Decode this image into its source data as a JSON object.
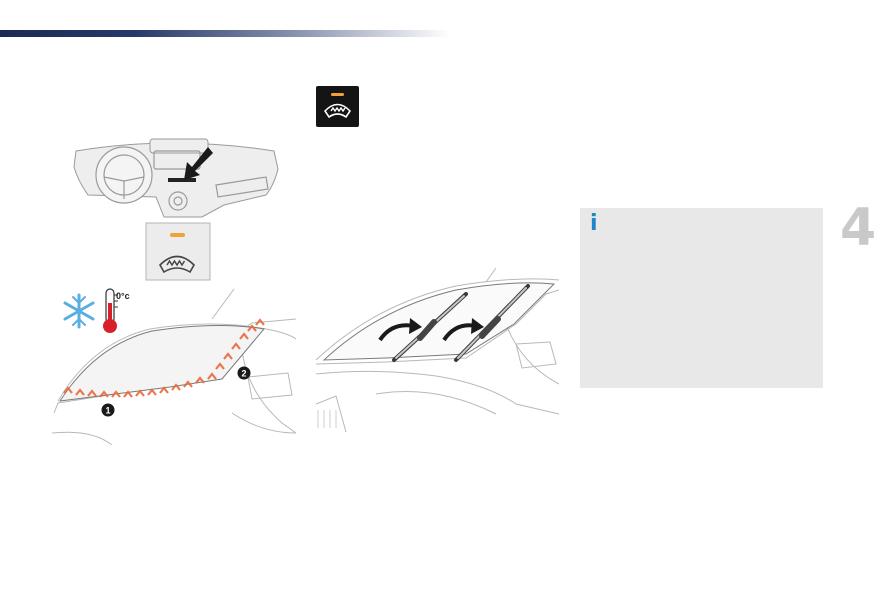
{
  "header": {
    "accent_color": "#1b2a55"
  },
  "rear_screen_demist_button": {
    "icon": "rear-screen-demist-icon",
    "indicator_color": "#f2a13a",
    "background": "#141414"
  },
  "dashboard_diagram": {
    "icon": "dashboard-illustration"
  },
  "demist_button_closeup": {
    "icon": "rear-screen-demist-icon",
    "indicator_color": "#f2a13a"
  },
  "windscreen_diagram": {
    "cold_symbol_icon": "snowflake-icon",
    "thermometer_label": "0°c",
    "zone_markers": [
      {
        "label": "1"
      },
      {
        "label": "2"
      }
    ],
    "heating_color": "#e8693a"
  },
  "wiper_diagram": {
    "icon": "wiper-arms-raised-illustration"
  },
  "info_box": {
    "icon_glyph": "i",
    "icon_color": "#1c86c6",
    "background": "#e8e8e8"
  },
  "chapter": {
    "number": "4"
  }
}
